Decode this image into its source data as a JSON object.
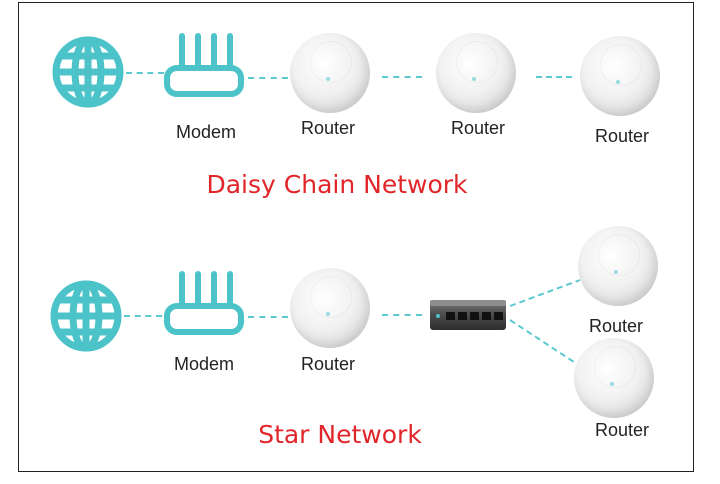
{
  "colors": {
    "accent": "#4cc3c9",
    "title": "#e0262a",
    "link": "#5cc8d0"
  },
  "daisy": {
    "title": "Daisy Chain Network",
    "modem_label": "Modem",
    "router1_label": "Router",
    "router2_label": "Router",
    "router3_label": "Router"
  },
  "star": {
    "title": "Star Network",
    "modem_label": "Modem",
    "router1_label": "Router",
    "router_top_label": "Router",
    "router_bottom_label": "Router"
  },
  "icons": [
    "globe-icon",
    "modem-icon",
    "router-icon",
    "switch-icon"
  ]
}
